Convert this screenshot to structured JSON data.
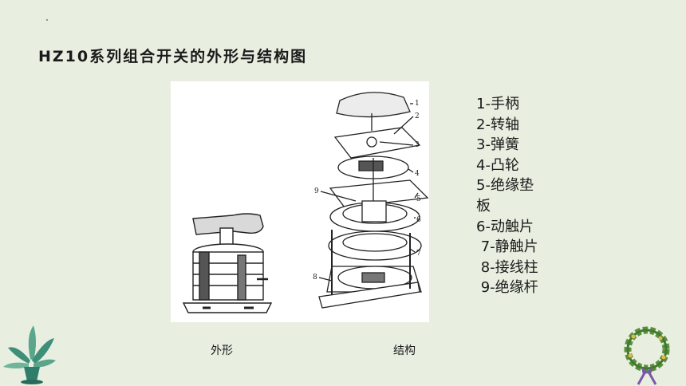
{
  "title": "HZ10系列组合开关的外形与结构图",
  "captions": {
    "exterior": "外形",
    "structure": "结构"
  },
  "legend": [
    "1-手柄",
    "2-转轴",
    "3-弹簧",
    "4-凸轮",
    "5-绝缘垫",
    "板",
    "6-动触片",
    " 7-静触片",
    " 8-接线柱",
    " 9-绝缘杆"
  ],
  "part_numbers": [
    "1",
    "2",
    "3",
    "4",
    "5",
    "6",
    "7",
    "8",
    "9"
  ]
}
